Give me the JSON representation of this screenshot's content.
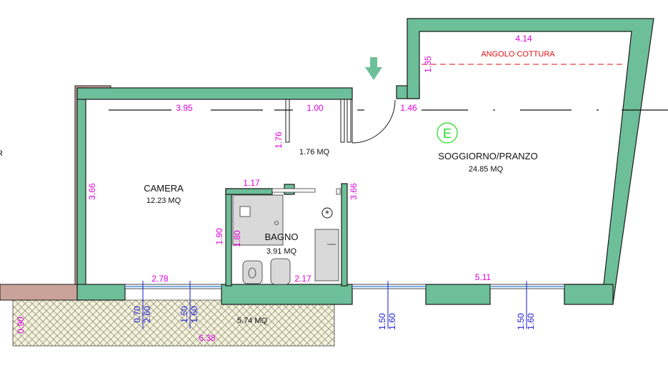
{
  "rooms": {
    "camera": {
      "name": "CAMERA",
      "area": "12.23 MQ"
    },
    "bagno": {
      "name": "BAGNO",
      "area": "3.91 MQ"
    },
    "soggiorno": {
      "name": "SOGGIORNO/PRANZO",
      "area": "24.85 MQ"
    },
    "corridoio": {
      "area": "1.76 MQ"
    },
    "terrazzo": {
      "area": "5.74 MQ"
    }
  },
  "labels": {
    "angolo_cottura": "ANGOLO COTTURA",
    "entrance_marker": "E",
    "edge_glyph": "R"
  },
  "dimensions": {
    "d_4_14": "4.14",
    "d_1_35": "1.35",
    "d_3_95": "3.95",
    "d_1_00": "1.00",
    "d_1_46": "1.46",
    "d_1_76": "1.76",
    "d_3_66_left": "3.66",
    "d_3_66_right": "3.66",
    "d_1_17": "1.17",
    "d_1_90": "1.90",
    "d_1_80": "1.80",
    "d_2_78": "2.78",
    "d_2_17": "2.17",
    "d_5_11": "5.11",
    "d_0_90": "0.90",
    "d_6_38": "6.38"
  },
  "window_dims": {
    "w1_top": "0.70",
    "w1_bot": "2.60",
    "w2_top": "1.50",
    "w2_bot": "1.60",
    "w3_top": "1.50",
    "w3_bot": "1.60",
    "w4_top": "1.50",
    "w4_bot": "1.60"
  },
  "colors": {
    "wall": "#6dbf99",
    "dimension_magenta": "#e000e0",
    "dimension_blue": "#1a1ad0",
    "entrance_green": "#22dd22",
    "kitchen_red": "#e01010"
  }
}
